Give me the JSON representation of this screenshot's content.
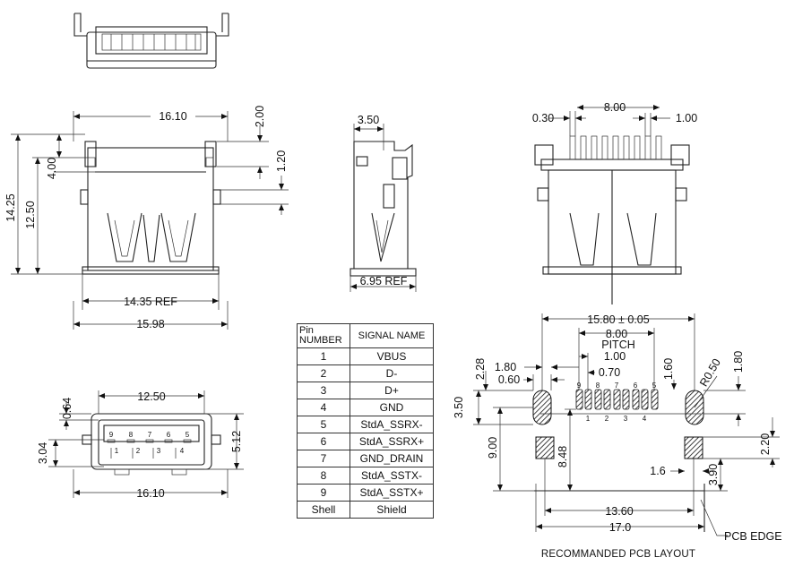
{
  "top_view": {},
  "front_view": {
    "dims": {
      "w_top": "16.10",
      "d_200": "2.00",
      "d_120": "1.20",
      "d_400": "4.00",
      "h_1425": "14.25",
      "h_1250": "12.50",
      "ref_1435": "14.35 REF",
      "w_1598": "15.98"
    }
  },
  "side_view": {
    "dims": {
      "d_350": "3.50",
      "ref_695": "6.95 REF"
    }
  },
  "rear_view": {
    "dims": {
      "d_030": "0.30",
      "d_800": "8.00",
      "d_100": "1.00"
    }
  },
  "pin_table": {
    "header_pin": "Pin NUMBER",
    "header_signal": "SIGNAL NAME",
    "rows": [
      {
        "pin": "1",
        "signal": "VBUS"
      },
      {
        "pin": "2",
        "signal": "D-"
      },
      {
        "pin": "3",
        "signal": "D+"
      },
      {
        "pin": "4",
        "signal": "GND"
      },
      {
        "pin": "5",
        "signal": "StdA_SSRX-"
      },
      {
        "pin": "6",
        "signal": "StdA_SSRX+"
      },
      {
        "pin": "7",
        "signal": "GND_DRAIN"
      },
      {
        "pin": "8",
        "signal": "StdA_SSTX-"
      },
      {
        "pin": "9",
        "signal": "StdA_SSTX+"
      },
      {
        "pin": "Shell",
        "signal": "Shield"
      }
    ]
  },
  "port_view": {
    "dims": {
      "w_1250": "12.50",
      "d_064": "0.64",
      "d_512": "5.12",
      "d_304": "3.04",
      "w_1610": "16.10"
    },
    "pins_top": [
      "9",
      "8",
      "7",
      "6",
      "5"
    ],
    "pins_bottom": [
      "1",
      "2",
      "3",
      "4"
    ]
  },
  "pcb_layout": {
    "dims": {
      "d_1580": "15.80 ± 0.05",
      "d_800": "8.00",
      "pitch": "PITCH",
      "d_100": "1.00",
      "d_180a": "1.80",
      "d_070": "0.70",
      "d_060": "0.60",
      "d_228": "2.28",
      "d_160": "1.60",
      "r_050": "R0.50",
      "d_180b": "1.80",
      "d_350": "3.50",
      "d_900": "9.00",
      "d_848": "8.48",
      "d_220": "2.20",
      "d_16": "1.6",
      "d_390": "3.90",
      "d_1360": "13.60",
      "d_170": "17.0"
    },
    "pins_top": [
      "9",
      "8",
      "7",
      "6",
      "5"
    ],
    "pins_bottom": [
      "1",
      "2",
      "3",
      "4"
    ],
    "pcb_edge": "PCB EDGE",
    "caption": "RECOMMANDED PCB LAYOUT"
  }
}
